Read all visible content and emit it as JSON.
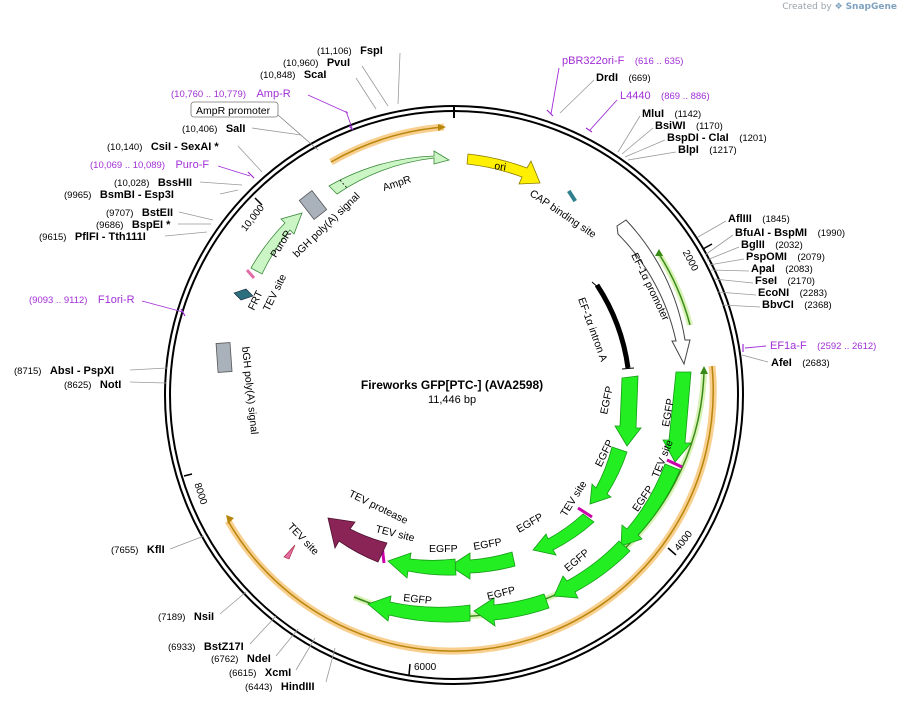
{
  "credit": {
    "prefix": "Created by",
    "brand": "SnapGene"
  },
  "plasmid": {
    "name": "Fireworks GFP[PTC-] (AVA2598)",
    "length": "11,446 bp"
  },
  "ticks": [
    "2000",
    "4000",
    "6000",
    "8000",
    "10,000"
  ],
  "sites_right": [
    {
      "name": "FspI",
      "pos": "(11,106)"
    },
    {
      "name": "PvuI",
      "pos": "(10,960)"
    },
    {
      "name": "ScaI",
      "pos": "(10,848)"
    },
    {
      "name": "DrdI",
      "pos": "(669)"
    },
    {
      "name": "MluI",
      "pos": "(1142)"
    },
    {
      "name": "BsiWI",
      "pos": "(1170)"
    },
    {
      "name": "BspDI - ClaI",
      "pos": "(1201)"
    },
    {
      "name": "BlpI",
      "pos": "(1217)"
    },
    {
      "name": "AflIII",
      "pos": "(1845)"
    },
    {
      "name": "BfuAI - BspMI",
      "pos": "(1990)"
    },
    {
      "name": "BglII",
      "pos": "(2032)"
    },
    {
      "name": "PspOMI",
      "pos": "(2079)"
    },
    {
      "name": "ApaI",
      "pos": "(2083)"
    },
    {
      "name": "FseI",
      "pos": "(2170)"
    },
    {
      "name": "EcoNI",
      "pos": "(2283)"
    },
    {
      "name": "BbvCI",
      "pos": "(2368)"
    },
    {
      "name": "AfeI",
      "pos": "(2683)"
    }
  ],
  "sites_left": [
    {
      "name": "SalI",
      "pos": "(10,406)"
    },
    {
      "name": "CsiI - SexAI *",
      "pos": "(10,140)"
    },
    {
      "name": "BssHII",
      "pos": "(10,028)"
    },
    {
      "name": "BsmBI - Esp3I",
      "pos": "(9965)"
    },
    {
      "name": "BstEII",
      "pos": "(9707)"
    },
    {
      "name": "BspEI *",
      "pos": "(9686)"
    },
    {
      "name": "PflFI - Tth111I",
      "pos": "(9615)"
    },
    {
      "name": "AbsI - PspXI",
      "pos": "(8715)"
    },
    {
      "name": "NotI",
      "pos": "(8625)"
    },
    {
      "name": "KflI",
      "pos": "(7655)"
    },
    {
      "name": "NsiI",
      "pos": "(7189)"
    },
    {
      "name": "BstZ17I",
      "pos": "(6933)"
    },
    {
      "name": "NdeI",
      "pos": "(6762)"
    },
    {
      "name": "XcmI",
      "pos": "(6615)"
    },
    {
      "name": "HindIII",
      "pos": "(6443)"
    }
  ],
  "primers": [
    {
      "name": "pBR322ori-F",
      "pos": "(616 .. 635)"
    },
    {
      "name": "L4440",
      "pos": "(869 .. 886)"
    },
    {
      "name": "EF1a-F",
      "pos": "(2592 .. 2612)"
    },
    {
      "name": "Amp-R",
      "pos": "(10,760 .. 10,779)"
    },
    {
      "name": "Puro-F",
      "pos": "(10,069 .. 10,089)"
    },
    {
      "name": "F1ori-R",
      "pos": "(9093 .. 9112)"
    }
  ],
  "features": {
    "ampr_promoter": "AmpR promoter",
    "ampr": "AmpR",
    "ori": "ori",
    "cap": "CAP binding site",
    "ef1a_promoter": "EF-1α promoter",
    "ef1a_intron": "EF-1α intron A",
    "egfp": "EGFP",
    "tev_site": "TEV site",
    "tev_protease": "TEV protease",
    "bgh_signal": "bGH poly(A) signal",
    "puror": "PuroR",
    "frt": "FRT"
  },
  "colors": {
    "primer": "#a12fd6",
    "ori": "#ffef00",
    "ampr": "#ccf5c5",
    "egfp": "#22ee22",
    "tev_protease": "#8b2456",
    "bgh": "#a9b1ba",
    "frt": "#2c7080",
    "cap": "#2f7f8f",
    "orf_band": "#f7c77a",
    "orf_line_ampr": "#b8860b",
    "orf_line_egfp": "#3a8a1a"
  }
}
